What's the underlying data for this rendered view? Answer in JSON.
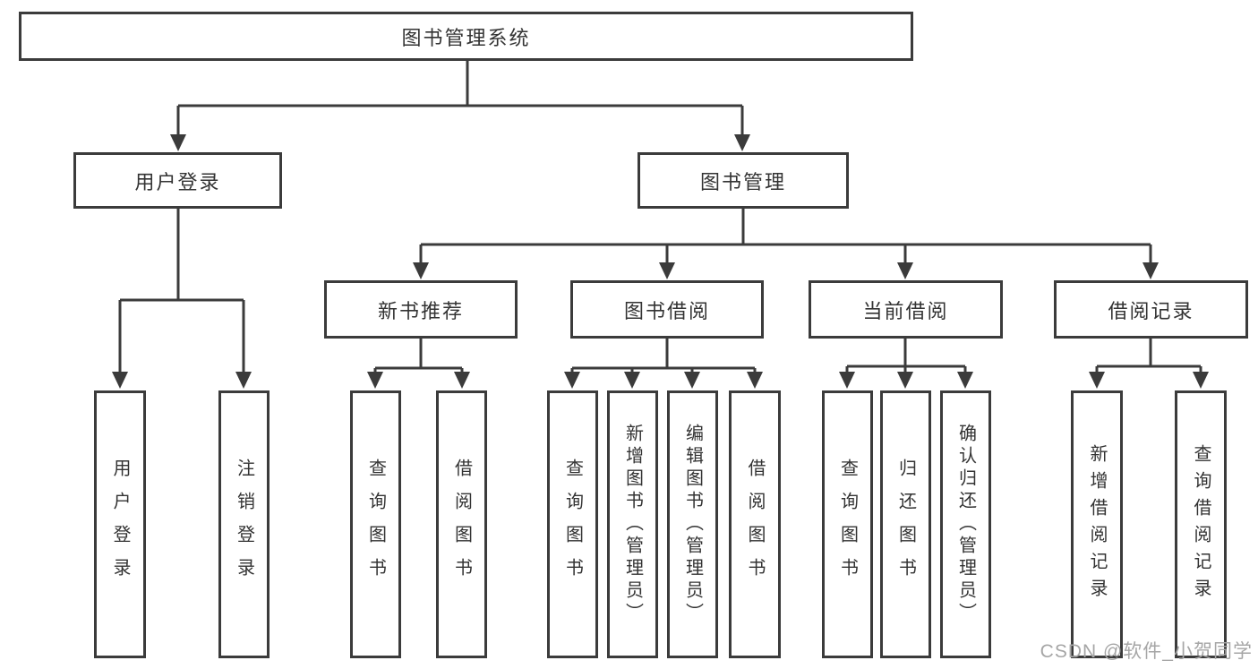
{
  "diagram": {
    "type": "hierarchy-tree",
    "tree": {
      "label": "图书管理系统",
      "children": [
        {
          "label": "用户登录",
          "children": [
            {
              "label": "用户登录"
            },
            {
              "label": "注销登录"
            }
          ]
        },
        {
          "label": "图书管理",
          "children": [
            {
              "label": "新书推荐",
              "children": [
                {
                  "label": "查询图书"
                },
                {
                  "label": "借阅图书"
                }
              ]
            },
            {
              "label": "图书借阅",
              "children": [
                {
                  "label": "查询图书"
                },
                {
                  "label": "新增图书（管理员）"
                },
                {
                  "label": "编辑图书（管理员）"
                },
                {
                  "label": "借阅图书"
                }
              ]
            },
            {
              "label": "当前借阅",
              "children": [
                {
                  "label": "查询图书"
                },
                {
                  "label": "归还图书"
                },
                {
                  "label": "确认归还（管理员）"
                }
              ]
            },
            {
              "label": "借阅记录",
              "children": [
                {
                  "label": "新增借阅记录"
                },
                {
                  "label": "查询借阅记录"
                }
              ]
            }
          ]
        }
      ]
    },
    "colors": {
      "line": "#3b3b3b",
      "node_border": "#3b3b3b",
      "node_fill": "#ffffff",
      "node_text": "#333333",
      "watermark_text": "#a6a6a6",
      "background": "#ffffff"
    }
  },
  "watermark": {
    "text": "CSDN @软件_小贺同学"
  }
}
